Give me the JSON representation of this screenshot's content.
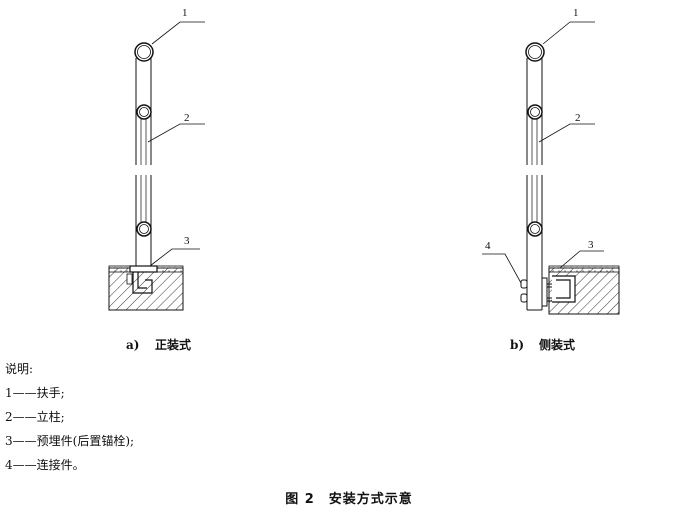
{
  "callouts": {
    "a_handrail": "1",
    "a_post": "2",
    "a_embed": "3",
    "b_handrail": "1",
    "b_post": "2",
    "b_embed": "3",
    "b_connector": "4"
  },
  "subcaptions": {
    "a_label": "a)",
    "a_text": "正装式",
    "b_label": "b)",
    "b_text": "侧装式"
  },
  "legend": {
    "title": "说明:",
    "items": [
      "1——扶手;",
      "2——立柱;",
      "3——预埋件(后置锚栓);",
      "4——连接件。"
    ]
  },
  "figure_caption": "图 2　安装方式示意"
}
